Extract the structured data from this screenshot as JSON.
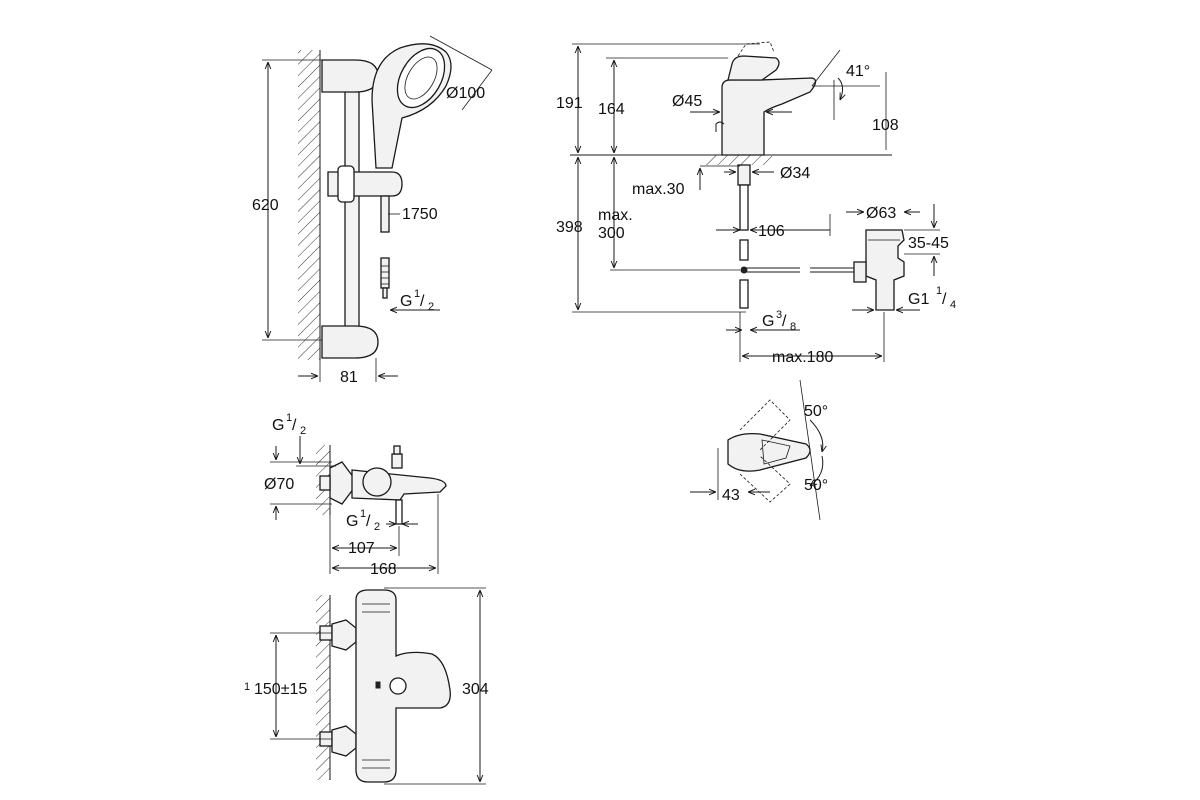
{
  "shower_set": {
    "height": "620",
    "hose_length": "1750",
    "head_diameter": "Ø100",
    "connection_g": "G",
    "connection_frac_num": "1",
    "connection_frac_den": "2",
    "wall_offset": "81"
  },
  "basin_mixer": {
    "total_height": "191",
    "spout_height": "164",
    "body_diameter": "Ø45",
    "swivel_angle": "41°",
    "reach": "108",
    "hole_diameter": "Ø34",
    "deck_thickness": "max.30",
    "below_height": "398",
    "hose_max_label": "max.",
    "hose_max_value": "300",
    "spacing": "106",
    "waste_diameter": "Ø63",
    "waste_range": "35-45",
    "waste_thread_g": "G1",
    "waste_thread_num": "1",
    "waste_thread_den": "4",
    "supply_g": "G",
    "supply_num": "3",
    "supply_den": "8",
    "max_offset": "max.180"
  },
  "lever_top": {
    "angle_up": "50°",
    "angle_down": "50°",
    "offset": "43"
  },
  "bath_mixer_side": {
    "inlet_g": "G",
    "inlet_num": "1",
    "inlet_den": "2",
    "rosette_diameter": "Ø70",
    "outlet_g": "G",
    "outlet_num": "1",
    "outlet_den": "2",
    "outlet_distance": "107",
    "projection": "168"
  },
  "thermostat_front": {
    "inlet_centres": "150±15",
    "inlet_mark": "1",
    "height": "304"
  }
}
